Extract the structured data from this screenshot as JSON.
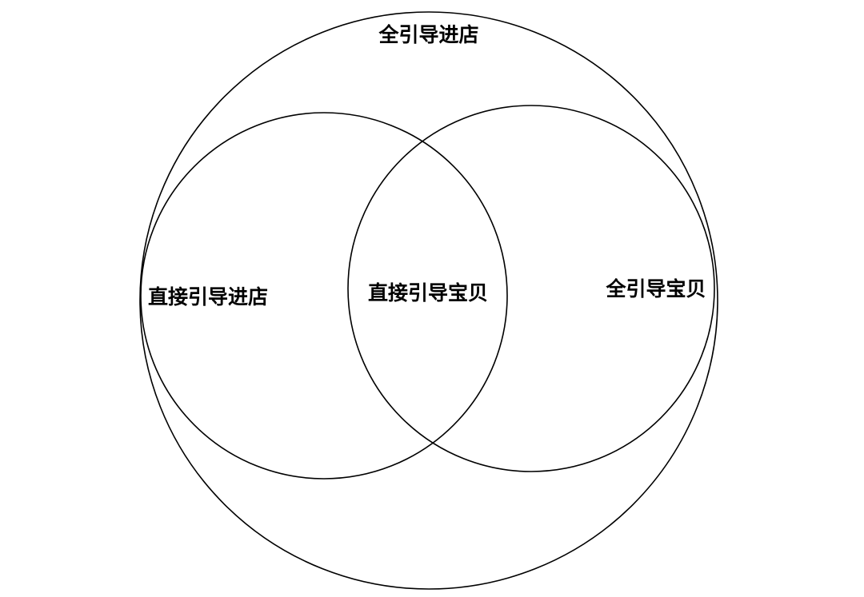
{
  "diagram": {
    "type": "venn",
    "outer_set": {
      "label": "全引导进店"
    },
    "left_set": {
      "label": "直接引导进店"
    },
    "right_set": {
      "label": "全引导宝贝"
    },
    "intersection": {
      "label": "直接引导宝贝"
    }
  },
  "colors": {
    "background": "#ffffff",
    "stroke": "#000000",
    "text": "#000000"
  }
}
